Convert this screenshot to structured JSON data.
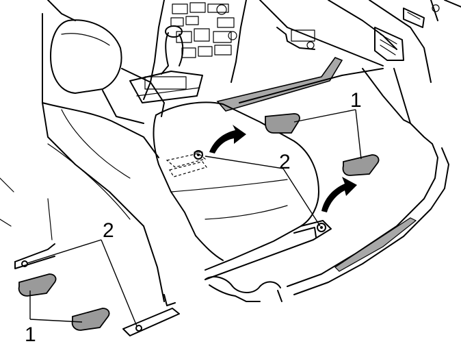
{
  "labels": {
    "pad_callout_front": "1",
    "pad_callout_rear": "1",
    "bolt_callout_front": "2",
    "bolt_callout_rear": "2"
  },
  "colors": {
    "line": "#000000",
    "pad_fill": "#9a9a9a",
    "floor_strip": "#a8a8a8",
    "background": "#ffffff"
  },
  "icons": [
    "arrow-up-icon",
    "bolt-icon",
    "floor-pad-icon"
  ]
}
